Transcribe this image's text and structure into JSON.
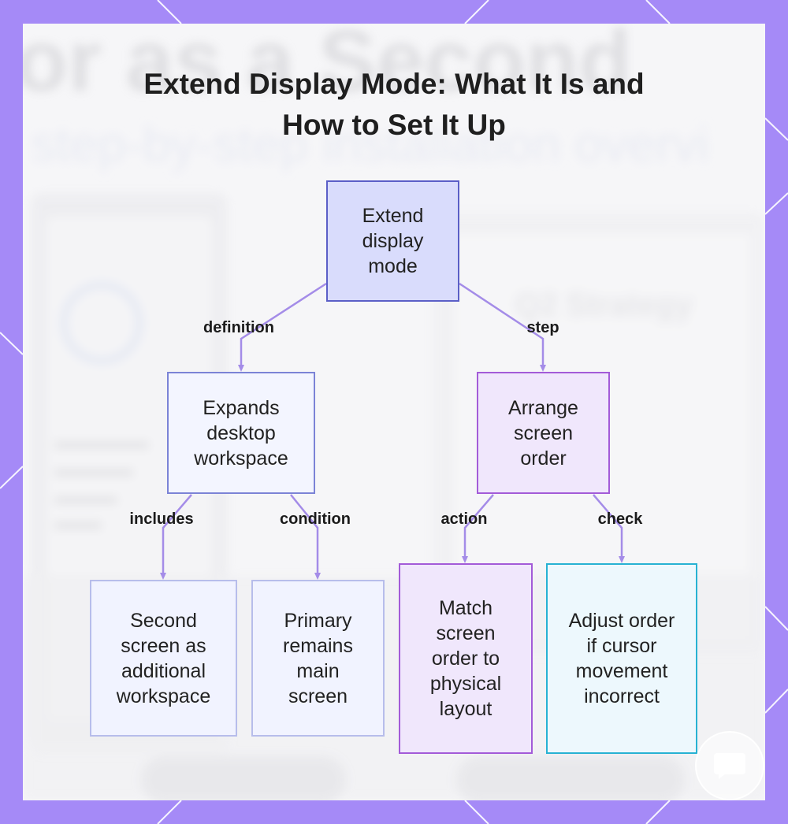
{
  "title": {
    "line1": "Extend Display Mode: What It Is and",
    "line2": "How to Set It Up"
  },
  "background_ghost_text": {
    "headline": "or as a Second",
    "subhead": "step-by-step installation overvi",
    "card_title": "Q2 Strategy"
  },
  "nodes": {
    "root": "Extend display mode",
    "expands": "Expands desktop workspace",
    "arrange": "Arrange screen order",
    "second": "Second screen as additional workspace",
    "primary": "Primary remains main screen",
    "match": "Match screen order to physical layout",
    "adjust": "Adjust order if cursor movement incorrect"
  },
  "edges": {
    "definition": "definition",
    "step": "step",
    "includes": "includes",
    "condition": "condition",
    "action": "action",
    "check": "check"
  },
  "colors": {
    "frame": "#a58af7",
    "root_fill": "#d9dcfc",
    "root_border": "#5b5fc7",
    "blue_fill": "#f3f5ff",
    "blue_border": "#7b83d6",
    "purple_fill": "#f0e7fc",
    "purple_border": "#a35bd8",
    "cyan_fill": "#edf8fd",
    "cyan_border": "#27b2d3",
    "edge": "#a48ce8"
  },
  "icons": {
    "chat": "chat-bubble-icon"
  }
}
